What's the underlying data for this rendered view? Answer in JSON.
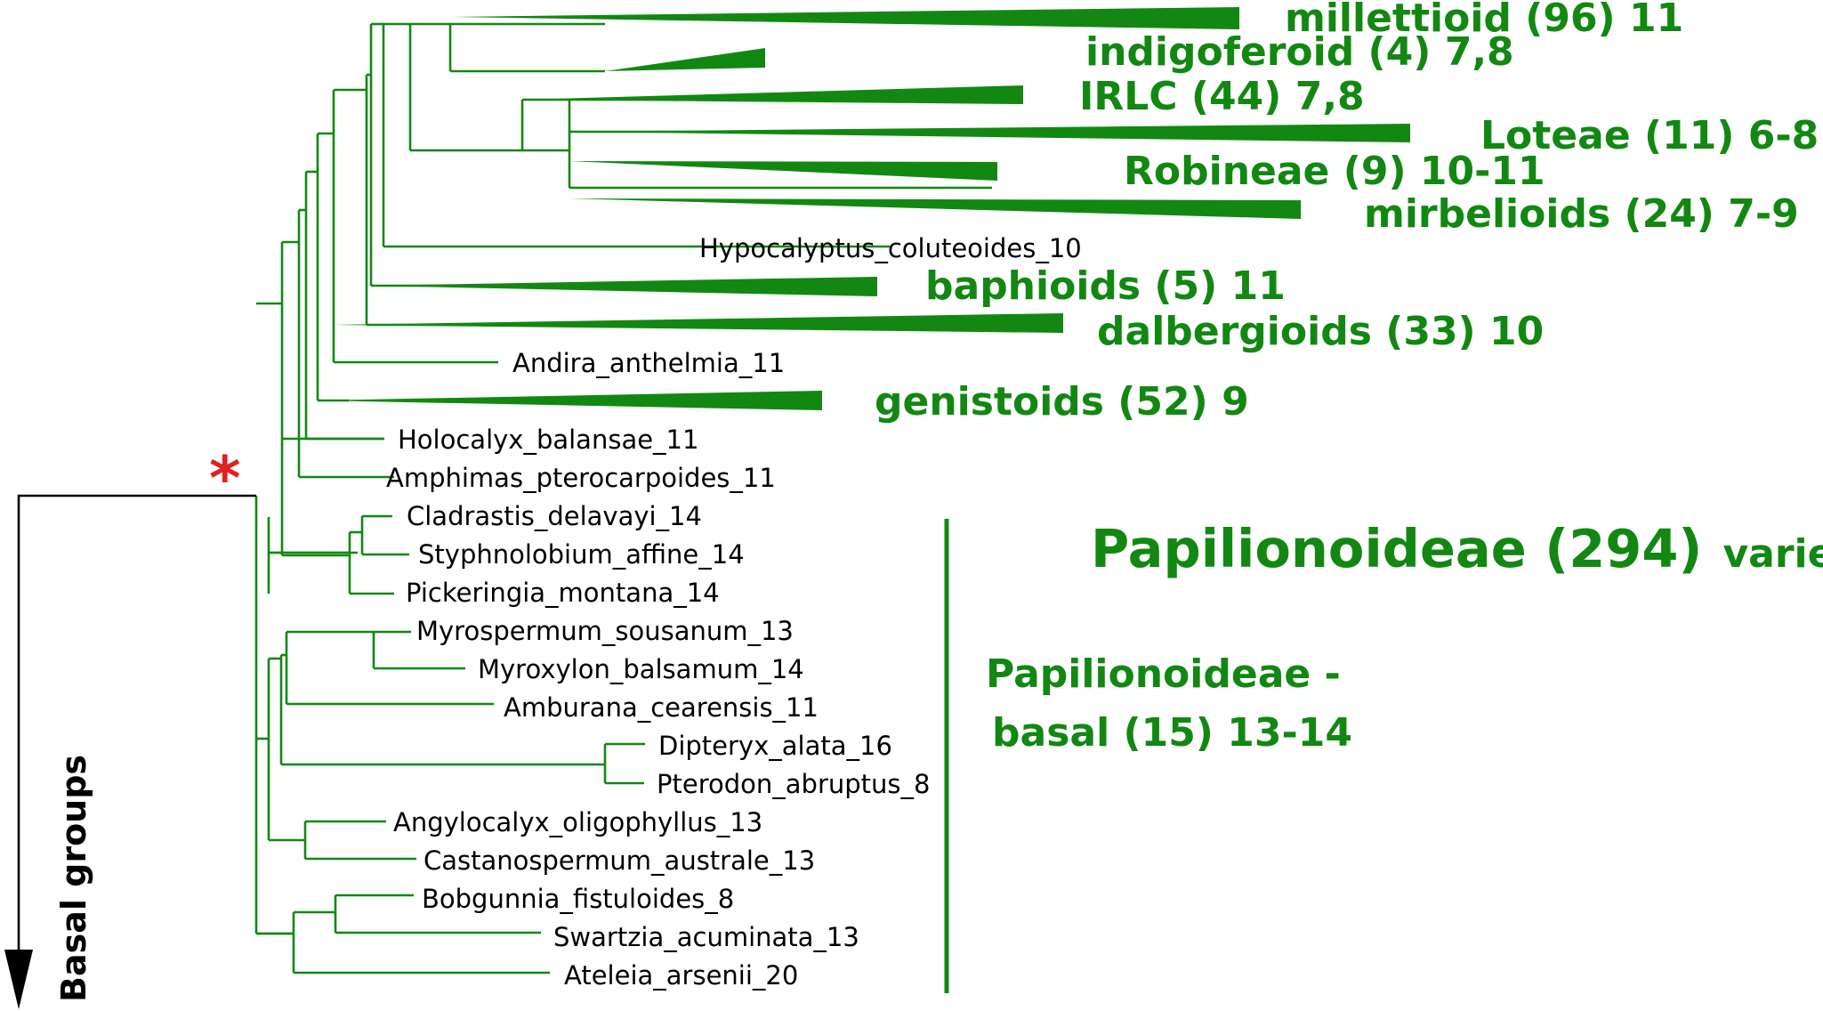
{
  "colors": {
    "clade": "#128812",
    "text": "#000000",
    "marker": "#e02020",
    "axis": "#000000"
  },
  "clades": [
    {
      "name": "millettioid",
      "count": "(96)",
      "chrom": "11"
    },
    {
      "name": "indigoferoid",
      "count": "(4)",
      "chrom": "7,8"
    },
    {
      "name": "IRLC",
      "count": "(44)",
      "chrom": "7,8"
    },
    {
      "name": "Loteae",
      "count": "(11)",
      "chrom": "6-8"
    },
    {
      "name": "Robineae",
      "count": "(9)",
      "chrom": "10-11"
    },
    {
      "name": "mirbelioids",
      "count": "(24)",
      "chrom": "7-9"
    },
    {
      "name": "baphioids",
      "count": "(5)",
      "chrom": "11"
    },
    {
      "name": "dalbergioids",
      "count": "(33)",
      "chrom": "10"
    },
    {
      "name": "genistoids",
      "count": "(52)",
      "chrom": "9"
    }
  ],
  "tips": [
    "Hypocalyptus_coluteoides_10",
    "Andira_anthelmia_11",
    "Holocalyx_balansae_11",
    "Amphimas_pterocarpoides_11",
    "Cladrastis_delavayi_14",
    "Styphnolobium_affine_14",
    "Pickeringia_montana_14",
    "Myrospermum_sousanum_13",
    "Myroxylon_balsamum_14",
    "Amburana_cearensis_11",
    "Dipteryx_alata_16",
    "Pterodon_abruptus_8",
    "Angylocalyx_oligophyllus_13",
    "Castanospermum_australe_13",
    "Bobgunnia_fistuloides_8",
    "Swartzia_acuminata_13",
    "Ateleia_arsenii_20"
  ],
  "group_labels": {
    "papilionoideae": "Papilionoideae (294)",
    "papilionoideae_note": "varied",
    "basal_line1": "Papilionoideae -",
    "basal_line2": "basal (15) 13-14",
    "basal_groups": "Basal groups",
    "marker": "*"
  }
}
